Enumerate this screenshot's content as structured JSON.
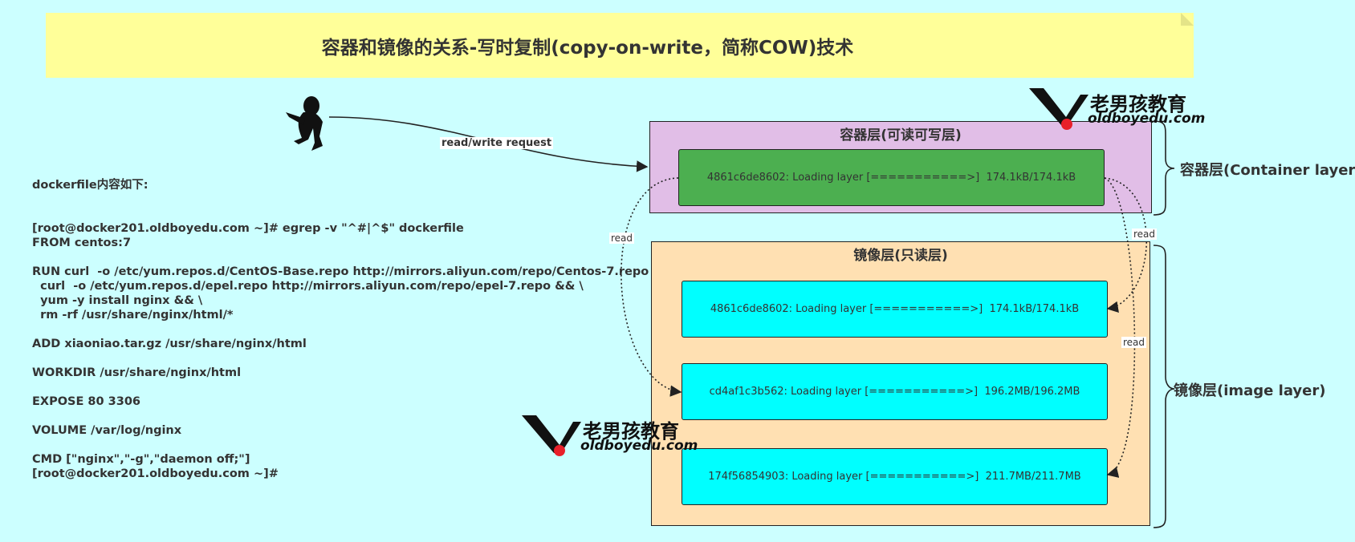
{
  "title": "容器和镜像的关系-写时复制(copy-on-write，简称COW)技术",
  "code_lines": [
    "dockerfile内容如下:",
    "",
    "",
    "[root@docker201.oldboyedu.com ~]# egrep -v \"^#|^$\" dockerfile",
    "FROM centos:7",
    "",
    "RUN curl  -o /etc/yum.repos.d/CentOS-Base.repo http://mirrors.aliyun.com/repo/Centos-7.repo && \\",
    "  curl  -o /etc/yum.repos.d/epel.repo http://mirrors.aliyun.com/repo/epel-7.repo && \\",
    "  yum -y install nginx && \\",
    "  rm -rf /usr/share/nginx/html/*",
    "",
    "ADD xiaoniao.tar.gz /usr/share/nginx/html",
    "",
    "WORKDIR /usr/share/nginx/html",
    "",
    "EXPOSE 80 3306",
    "",
    "VOLUME /var/log/nginx",
    "",
    "CMD [\"nginx\",\"-g\",\"daemon off;\"]",
    "[root@docker201.oldboyedu.com ~]#"
  ],
  "container_panel": {
    "title": "容器层(可读可写层)",
    "layer": "4861c6de8602: Loading layer [===========>]  174.1kB/174.1kB",
    "side_label": "容器层(Container layer)",
    "color": "#e1bee7",
    "layer_color": "#4caf50"
  },
  "image_panel": {
    "title": "镜像层(只读层)",
    "layers": [
      "4861c6de8602: Loading layer [===========>]  174.1kB/174.1kB",
      "cd4af1c3b562: Loading layer [===========>]  196.2MB/196.2MB",
      "174f56854903: Loading layer [===========>]  211.7MB/211.7MB"
    ],
    "side_label": "镜像层(image layer)",
    "color": "#ffe0b2",
    "layer_color": "#00ffff"
  },
  "edges": {
    "request": "read/write request",
    "read_left": "read",
    "read_right_top": "read",
    "read_right_bottom": "read"
  },
  "logo": {
    "cn": "老男孩教育",
    "en": "oldboyedu.com",
    "mark_color": "#111111",
    "dot_color": "#e8202a"
  },
  "user_icon": "person-silhouette-icon"
}
